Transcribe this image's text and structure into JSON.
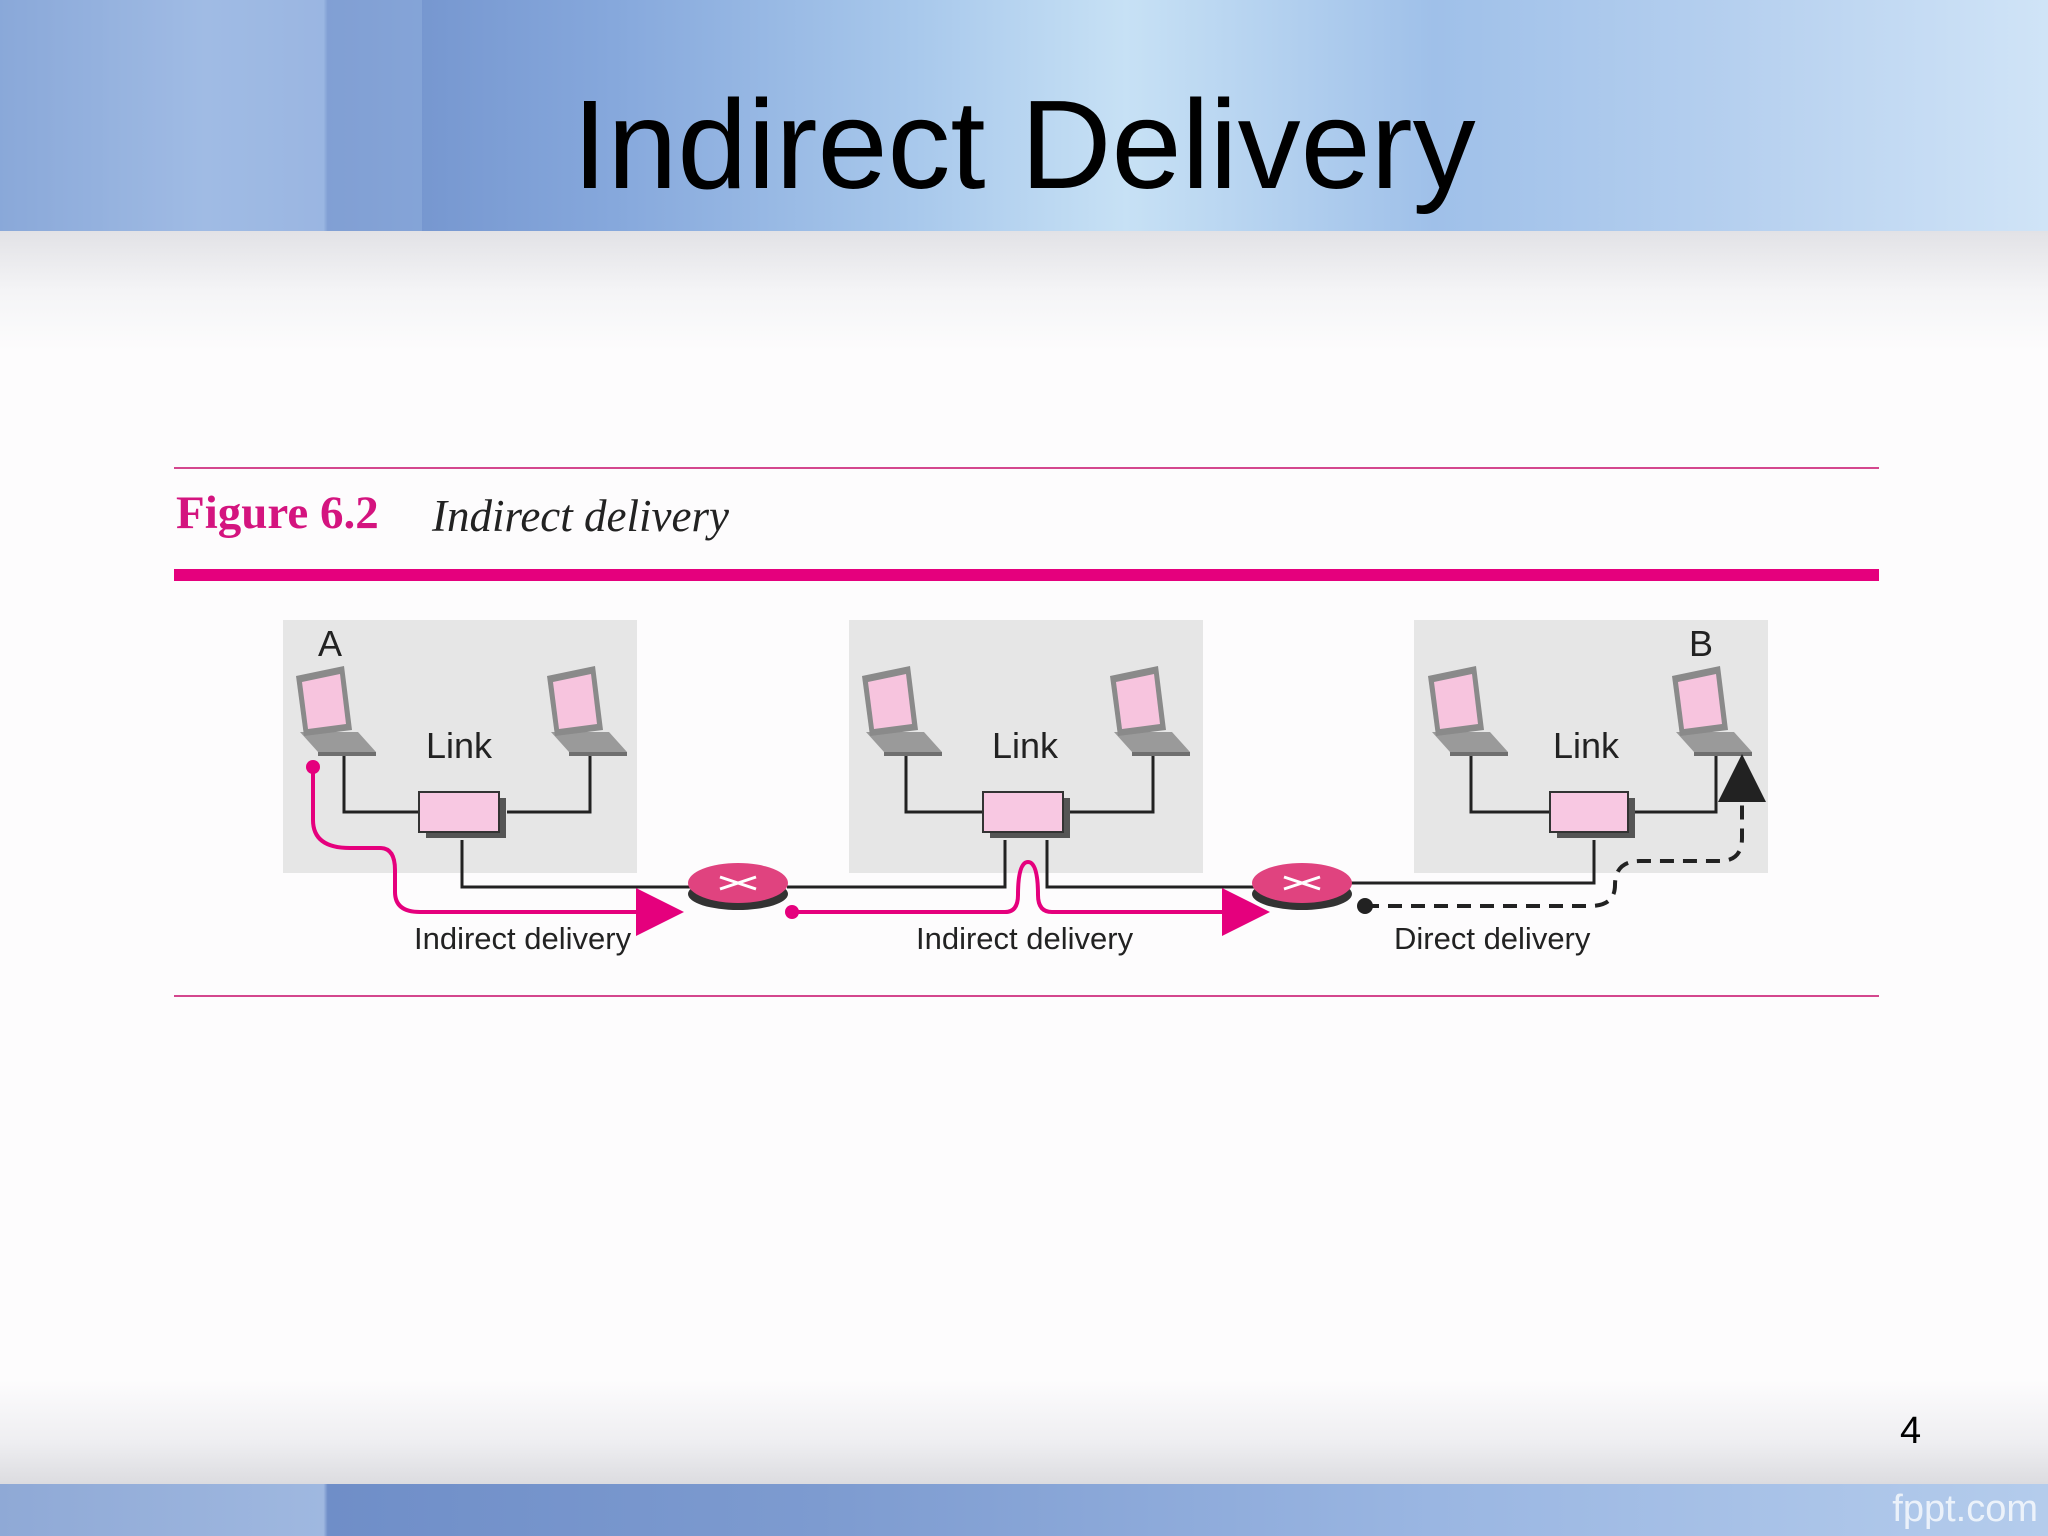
{
  "slide": {
    "title": "Indirect Delivery",
    "page_number": "4",
    "watermark": "fppt.com"
  },
  "figure": {
    "number": "Figure 6.2",
    "caption": "Indirect delivery",
    "hosts": {
      "source": "A",
      "destination": "B"
    },
    "links": [
      {
        "label": "Link"
      },
      {
        "label": "Link"
      },
      {
        "label": "Link"
      }
    ],
    "deliveries": [
      {
        "label": "Indirect delivery",
        "style": "solid"
      },
      {
        "label": "Indirect delivery",
        "style": "solid"
      },
      {
        "label": "Direct delivery",
        "style": "dashed"
      }
    ],
    "colors": {
      "accent": "#e5007d",
      "panel": "#e6e6e6",
      "router": "#e0437f",
      "link_box": "#f8c8e2",
      "direct_path": "#222222"
    }
  }
}
